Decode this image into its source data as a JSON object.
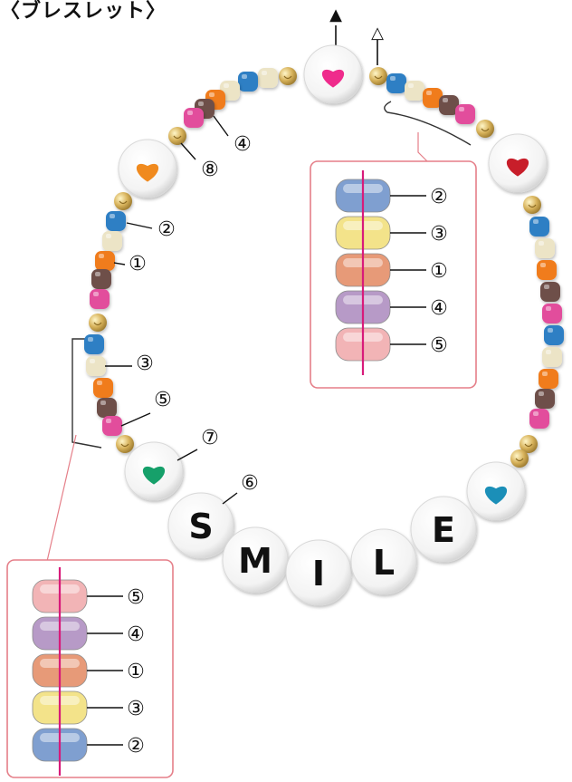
{
  "title": "〈ブレスレット〉",
  "markers": {
    "start_arrow": "▲",
    "end_arrow": "△"
  },
  "callouts": {
    "n1": "①",
    "n2": "②",
    "n3": "③",
    "n4": "④",
    "n5": "⑤",
    "n6": "⑥",
    "n7": "⑦",
    "n8": "⑧"
  },
  "smile_letters": [
    "S",
    "M",
    "I",
    "L",
    "E"
  ],
  "detail_top": {
    "items": [
      {
        "label": "②",
        "color": "#7f9fd0"
      },
      {
        "label": "③",
        "color": "#f3e38a"
      },
      {
        "label": "①",
        "color": "#e79a78"
      },
      {
        "label": "④",
        "color": "#b79ac7"
      },
      {
        "label": "⑤",
        "color": "#f2b4b6"
      }
    ]
  },
  "detail_bottom": {
    "items": [
      {
        "label": "⑤",
        "color": "#f2b4b6"
      },
      {
        "label": "④",
        "color": "#b79ac7"
      },
      {
        "label": "①",
        "color": "#e79a78"
      },
      {
        "label": "③",
        "color": "#f3e38a"
      },
      {
        "label": "②",
        "color": "#7f9fd0"
      }
    ]
  },
  "colors": {
    "frame": "#e57f89",
    "thread": "#d81b7a",
    "bead_blue": "#2e7fc4",
    "bead_cream": "#ece4c6",
    "bead_orange": "#f07b1a",
    "bead_brown": "#6e4f4a",
    "bead_pink": "#e24d9c",
    "bead_gold": "#d8b35c",
    "heart_pink": "#ef2b8c",
    "heart_red": "#c81e2a",
    "heart_orange": "#f08a1e",
    "heart_green": "#16a06a",
    "heart_blue": "#1b8fb8"
  }
}
